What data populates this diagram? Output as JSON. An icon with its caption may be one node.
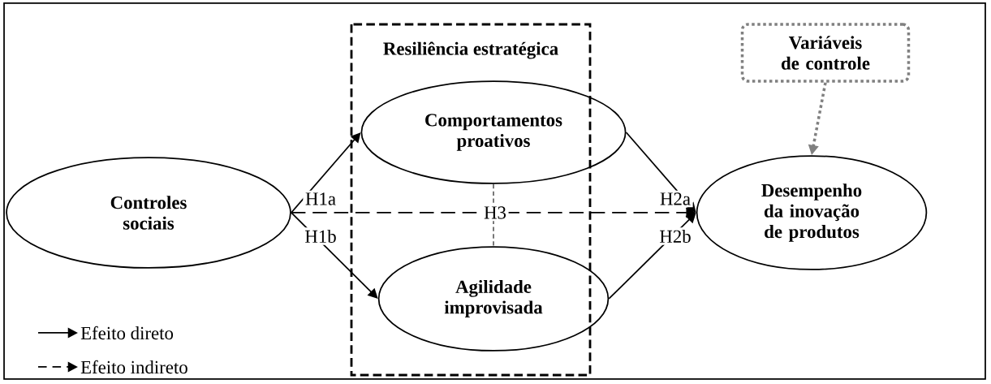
{
  "diagram": {
    "nodes": [
      {
        "text": [
          "Resiliência estratégica"
        ]
      },
      {
        "text": [
          "Comportamentos proativos"
        ],
        "in": 0
      },
      {
        "text": [
          "Agilidade improvisada"
        ],
        "in": 0
      },
      {
        "text": [
          "Controles sociais"
        ]
      },
      {
        "text": [
          "Desempenho da inovação de produtos"
        ]
      },
      {
        "text": [
          "Variáveis de controle"
        ]
      }
    ],
    "edges": [
      {
        "from": 3,
        "to": 1,
        "arrow": "to",
        "label": "H1a"
      },
      {
        "from": 3,
        "to": 2,
        "arrow": "to",
        "label": "H1b"
      },
      {
        "from": 1,
        "to": 4,
        "arrow": "to",
        "label": "H2a"
      },
      {
        "from": 2,
        "to": 4,
        "arrow": "to",
        "label": "H2b"
      },
      {
        "from": 3,
        "to": 4,
        "arrow": "to",
        "label": "H3",
        "style": "dashed"
      },
      {
        "from": 1,
        "to": 2,
        "arrow": "none",
        "style": "dashed"
      },
      {
        "from": 5,
        "to": 4,
        "arrow": "to",
        "style": "dashed",
        "color": "#808080"
      }
    ],
    "legend": [
      {
        "text": "Efeito direto"
      },
      {
        "text": "Efeito indireto"
      }
    ]
  }
}
